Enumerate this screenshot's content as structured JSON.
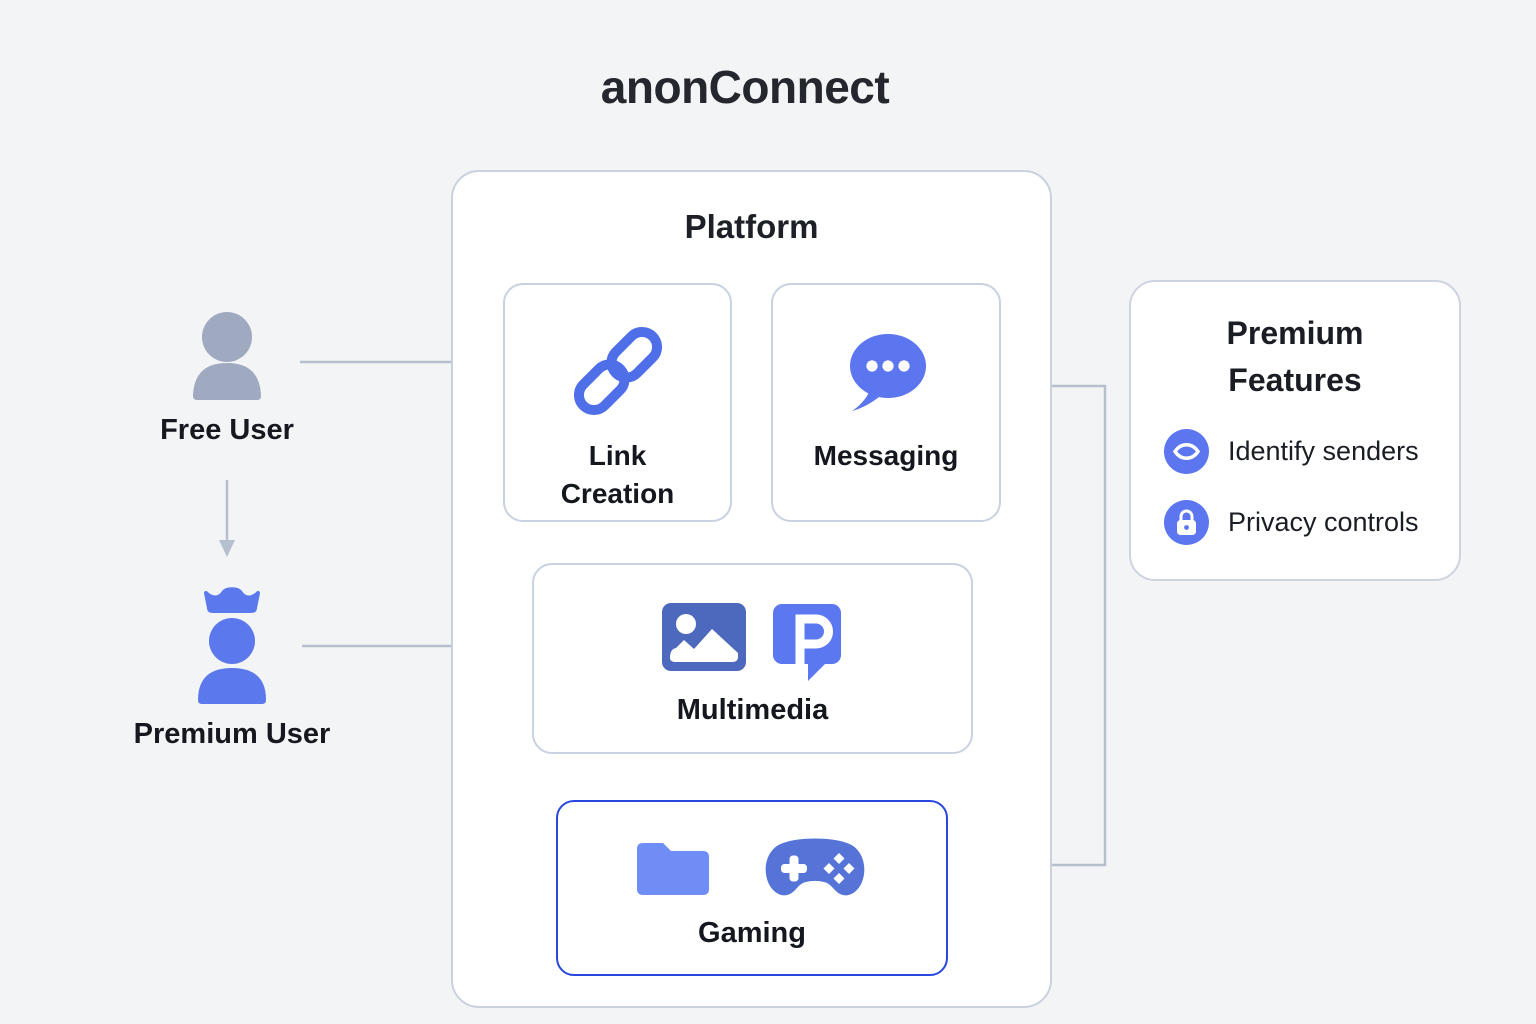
{
  "title": "anonConnect",
  "actors": {
    "free_user": {
      "label": "Free User",
      "icon": "person-icon",
      "color": "#9fa9c0"
    },
    "premium_user": {
      "label": "Premium User",
      "icon": "crowned-person-icon",
      "color": "#5b79ec"
    }
  },
  "platform": {
    "title": "Platform",
    "cards": {
      "link_creation": {
        "label": "Link Creation",
        "icon": "chain-link-icon"
      },
      "messaging": {
        "label": "Messaging",
        "icon": "chat-bubble-icon"
      },
      "multimedia": {
        "label": "Multimedia",
        "icons": [
          "image-icon",
          "media-bubble-icon"
        ]
      },
      "gaming": {
        "label": "Gaming",
        "icons": [
          "folder-icon",
          "gamepad-icon"
        ],
        "highlight_border": "#2847e0"
      }
    }
  },
  "premium_features": {
    "title": "Premium Features",
    "items": [
      {
        "label": "Identify senders",
        "icon": "eye-icon"
      },
      {
        "label": "Privacy controls",
        "icon": "lock-icon"
      }
    ]
  },
  "edges": [
    {
      "from": "Free User",
      "to": "Link Creation"
    },
    {
      "from": "Free User",
      "to": "Premium User"
    },
    {
      "from": "Premium User",
      "to": "Multimedia"
    },
    {
      "from": "Messaging",
      "to": "Gaming"
    }
  ],
  "colors": {
    "background": "#f3f4f6",
    "panel_bg": "#ffffff",
    "panel_border": "#c9d1de",
    "card_border": "#c9d2e2",
    "gaming_border": "#2847e0",
    "connector": "#b6bfcd",
    "accent_blue": "#5b76ee",
    "muted_blue": "#4d69bd",
    "soft_blue": "#6f8df5",
    "gray_blue": "#9fa9c0",
    "text": "#1d2026"
  }
}
